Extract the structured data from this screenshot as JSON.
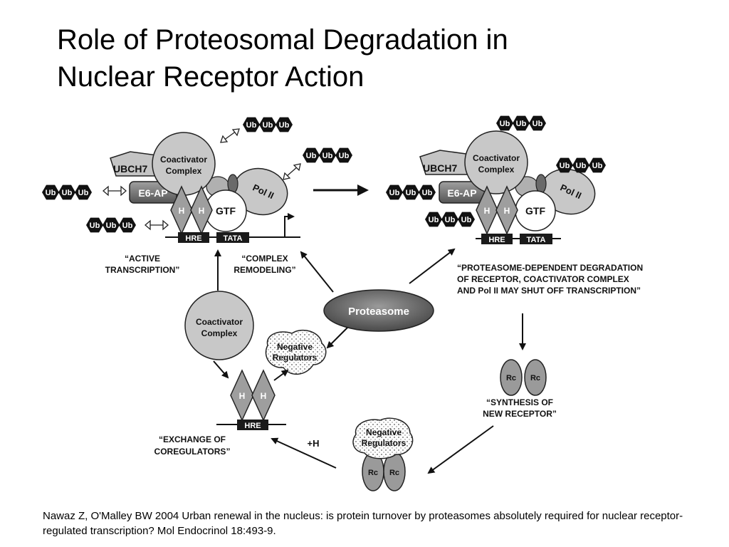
{
  "slide": {
    "title_line1": "Role of Proteosomal Degradation in",
    "title_line2": "Nuclear Receptor Action",
    "citation": "Nawaz Z, O'Malley BW 2004 Urban renewal in the nucleus: is protein turnover by proteasomes absolutely required for nuclear receptor-regulated transcription? Mol Endocrinol 18:493-9."
  },
  "labels": {
    "ub": "Ub",
    "coactivator_line1": "Coactivator",
    "coactivator_line2": "Complex",
    "ubch7": "UBCH7",
    "e6ap": "E6-AP",
    "pol2": "Pol II",
    "gtf": "GTF",
    "h": "H",
    "hre": "HRE",
    "tata": "TATA",
    "proteasome": "Proteasome",
    "negreg_line1": "Negative",
    "negreg_line2": "Regulators",
    "rc": "Rc",
    "plus_h": "+H"
  },
  "captions": {
    "active_line1": "“ACTIVE",
    "active_line2": "TRANSCRIPTION”",
    "complex_line1": "“COMPLEX",
    "complex_line2": "REMODELING”",
    "degradation_line1": "“PROTEASOME-DEPENDENT  DEGRADATION",
    "degradation_line2": "OF  RECEPTOR,  COACTIVATOR  COMPLEX",
    "degradation_line3": "AND Pol II MAY SHUT OFF TRANSCRIPTION”",
    "synthesis_line1": "“SYNTHESIS OF",
    "synthesis_line2": "NEW RECEPTOR”",
    "exchange_line1": "“EXCHANGE OF",
    "exchange_line2": "COREGULATORS”"
  }
}
